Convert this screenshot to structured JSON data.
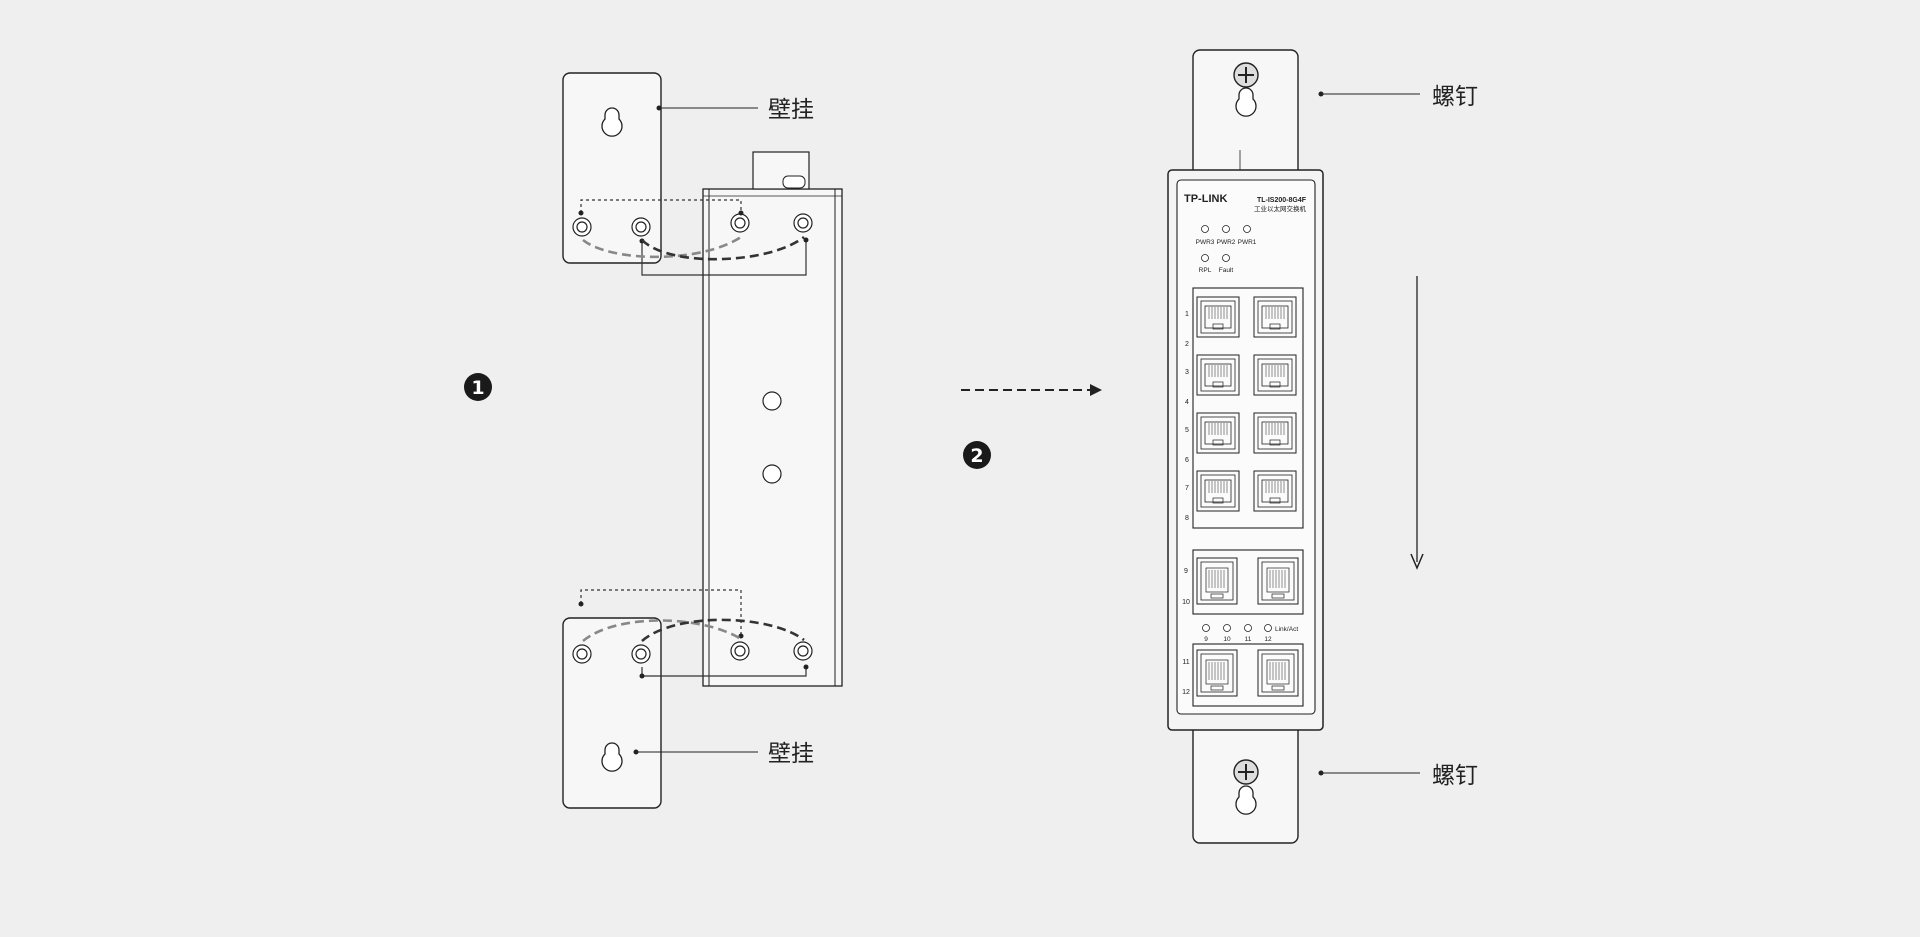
{
  "left_view": {
    "step_number": "1",
    "top_bracket_label": "壁挂",
    "bottom_bracket_label": "壁挂"
  },
  "right_view": {
    "step_number": "2",
    "top_screw_label": "螺钉",
    "bottom_screw_label": "螺钉",
    "device": {
      "brand": "TP-LINK",
      "model": "TL-IS200-8G4F",
      "subtitle": "工业以太网交换机",
      "leds_row1": [
        "PWR3",
        "PWR2",
        "PWR1"
      ],
      "leds_row2": [
        "RPL",
        "Fault"
      ],
      "rj45_port_labels": [
        "1",
        "2",
        "3",
        "4",
        "5",
        "6",
        "7",
        "8"
      ],
      "sfp_port_labels_upper": [
        "9",
        "10"
      ],
      "sfp_port_labels_lower": [
        "11",
        "12"
      ],
      "sfp_led_labels": [
        "9",
        "10",
        "11",
        "12"
      ],
      "link_act_label": "Link/Act"
    }
  },
  "colors": {
    "background": "#efefef",
    "line": "#2a2a2a",
    "panel_fill": "#f7f7f7"
  }
}
